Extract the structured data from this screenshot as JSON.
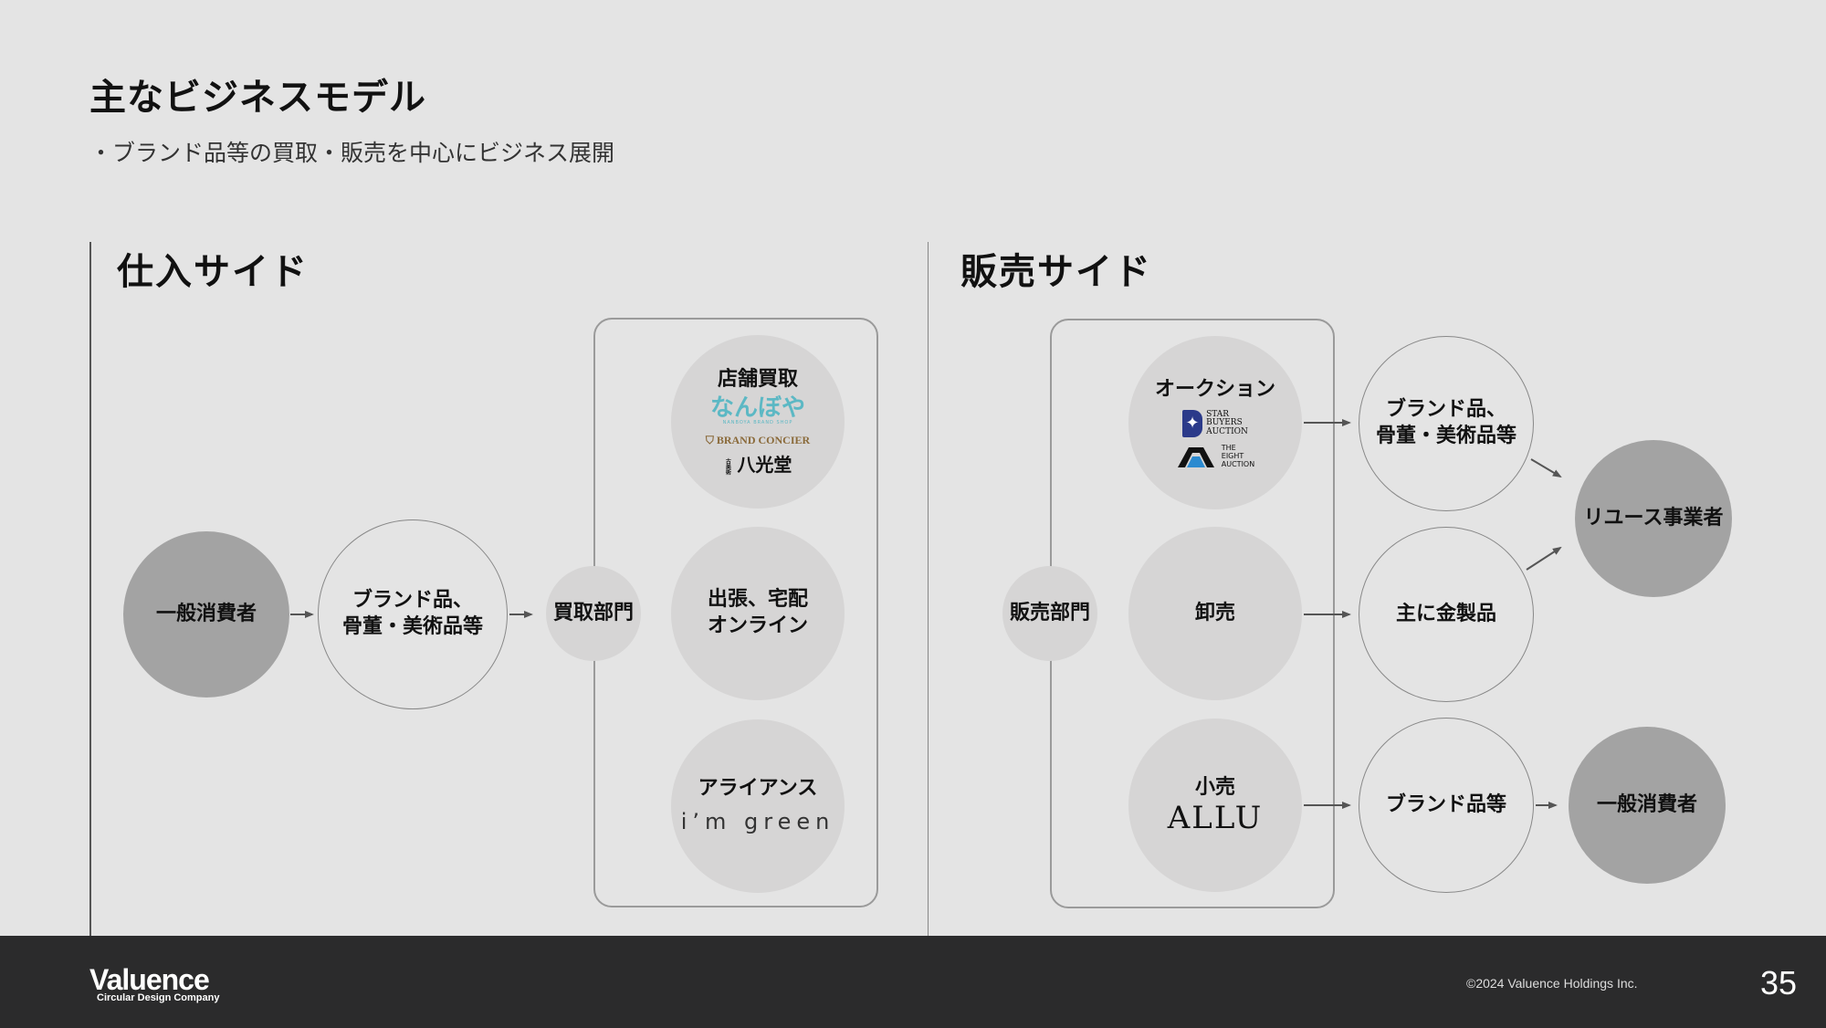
{
  "title": "主なビジネスモデル",
  "subtitle": "・ブランド品等の買取・販売を中心にビジネス展開",
  "purchase": {
    "heading": "仕入サイド",
    "consumer": "一般消費者",
    "goods_l1": "ブランド品、",
    "goods_l2": "骨董・美術品等",
    "dept": "買取部門",
    "store": {
      "label": "店舗買取",
      "logo1": "なんぼや",
      "logo1_sub": "NANBOYA BRAND SHOP",
      "logo2": "BRAND CONCIER",
      "logo3_small": "古美術",
      "logo3": "八光堂"
    },
    "visit_l1": "出張、宅配",
    "visit_l2": "オンライン",
    "alliance": {
      "label": "アライアンス",
      "logo": "i’m green"
    }
  },
  "sales": {
    "heading": "販売サイド",
    "dept": "販売部門",
    "auction": {
      "label": "オークション",
      "logo1_l1": "STAR",
      "logo1_l2": "BUYERS",
      "logo1_l3": "AUCTION",
      "logo2_l1": "THE",
      "logo2_l2": "EIGHT",
      "logo2_l3": "AUCTION"
    },
    "wholesale": "卸売",
    "retail": {
      "label": "小売",
      "logo": "ALLU"
    },
    "out1_l1": "ブランド品、",
    "out1_l2": "骨董・美術品等",
    "out2": "主に金製品",
    "out3": "ブランド品等",
    "reuse": "リユース事業者",
    "consumer": "一般消費者"
  },
  "footer": {
    "brand": "Valuence",
    "brand_sub": "Circular Design Company",
    "copyright": "©2024 Valuence Holdings Inc.",
    "page": "35"
  },
  "colors": {
    "background": "#e4e4e4",
    "dark_node": "#a3a3a3",
    "light_node": "#d6d5d5",
    "footer": "#2b2b2c",
    "nanboya_logo": "#5cb8c4",
    "brand_concier_logo": "#8a6a3a",
    "star_buyers_logo": "#2b3a8a",
    "eight_auction_logo": "#2b8ad0"
  }
}
